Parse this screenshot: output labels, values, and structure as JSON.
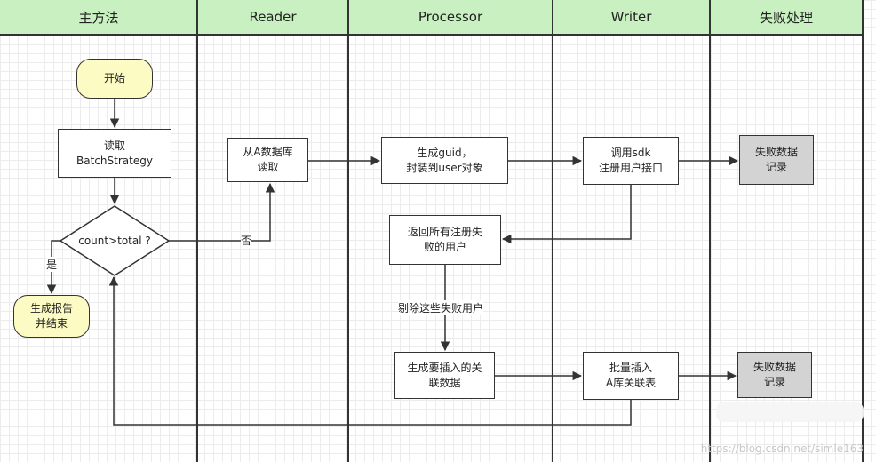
{
  "lanes": [
    "主方法",
    "Reader",
    "Processor",
    "Writer",
    "失败处理"
  ],
  "nodes": {
    "start": "开始",
    "read": "读取\nBatchStrategy",
    "decision": "count>total ?",
    "finish": "生成报告\n并结束",
    "readA": "从A数据库\n读取",
    "genGuid": "生成guid，\n封装到user对象",
    "callSdk": "调用sdk\n注册用户接口",
    "fail1": "失败数据\n记录",
    "returnFailed": "返回所有注册失\n败的用户",
    "genInsert": "生成要插入的关\n联数据",
    "batchInsert": "批量插入\nA库关联表",
    "fail2": "失败数据\n记录"
  },
  "edge_labels": {
    "no": "否",
    "yes": "是",
    "remove": "剔除这些失败用户"
  },
  "watermark": "https://blog.csdn.net/simle163"
}
